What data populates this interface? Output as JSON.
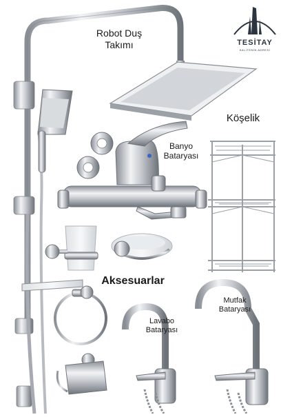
{
  "labels": {
    "robot_line1": "Robot Duş",
    "robot_line2": "Takımı",
    "koselik": "Köşelik",
    "banyo_line1": "Banyo",
    "banyo_line2": "Bataryası",
    "aksesuarlar": "Aksesuarlar",
    "mutfak_line1": "Mutfak",
    "mutfak_line2": "Bataryası",
    "lavabo_line1": "Lavabo",
    "lavabo_line2": "Bataryası"
  },
  "logo": {
    "name": "TESİTAY",
    "tagline": "KALİTENİN ADRESİ"
  },
  "colors": {
    "chrome": "#c9ccd1",
    "chrome_dark": "#6e737a",
    "brand": "#2c3440"
  }
}
